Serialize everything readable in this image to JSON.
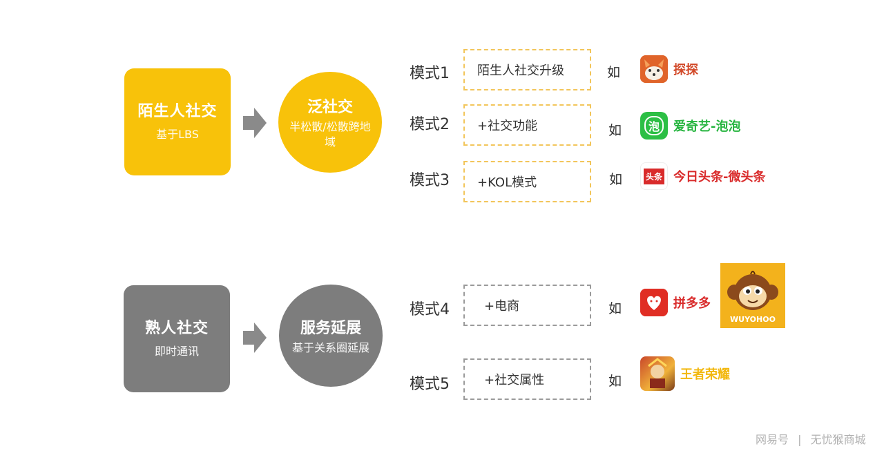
{
  "top": {
    "main_title": "陌生人社交",
    "main_sub": "基于LBS",
    "circle_title": "泛社交",
    "circle_sub": "半松散/松散跨地域",
    "color": "#f8c20a"
  },
  "bottom": {
    "main_title": "熟人社交",
    "main_sub": "即时通讯",
    "circle_title": "服务延展",
    "circle_sub": "基于关系圈延展",
    "color": "#7d7d7d"
  },
  "modes": [
    {
      "label": "模式1",
      "box": "陌生人社交升级",
      "ru": "如",
      "app": "探探",
      "app_color": "#d24a2a",
      "icon": "fox-icon"
    },
    {
      "label": "模式2",
      "box": "+社交功能",
      "ru": "如",
      "app": "爱奇艺-泡泡",
      "app_color": "#27b540",
      "icon": "bubble-icon"
    },
    {
      "label": "模式3",
      "box": "+KOL模式",
      "ru": "如",
      "app": "今日头条-微头条",
      "app_color": "#d92b2b",
      "icon": "toutiao-icon"
    },
    {
      "label": "模式4",
      "box": "+电商",
      "ru": "如",
      "app": "拼多多",
      "app_color": "#d92b2b",
      "icon": "pinduoduo-icon"
    },
    {
      "label": "模式5",
      "box": "+社交属性",
      "ru": "如",
      "app": "王者荣耀",
      "app_color": "#f2b80f",
      "icon": "game-icon"
    }
  ],
  "icon_texts": {
    "bubble": "泡",
    "toutiao": "头条"
  },
  "mascot": {
    "text": "WUYOHOO"
  },
  "watermark": {
    "left": "网易号",
    "sep": "|",
    "right": "无忧猴商城"
  }
}
